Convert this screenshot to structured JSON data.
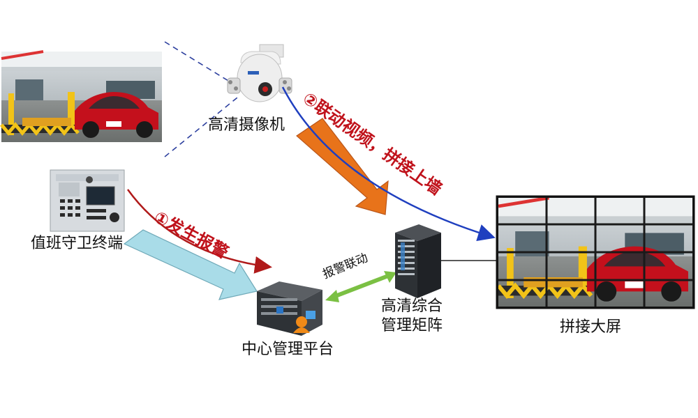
{
  "nodes": {
    "camera": "高清摄像机",
    "guard_terminal": "值班守卫终端",
    "center_platform": "中心管理平台",
    "matrix_line1": "高清综合",
    "matrix_line2": "管理矩阵",
    "video_wall": "拼接大屏"
  },
  "steps": {
    "step1": "①发生报警",
    "step2": "②联动视频，拼接上墙",
    "alarm_link": "报警联动"
  },
  "colors": {
    "step_text": "#c0121b",
    "red_arrow": "#b01a1a",
    "blue_arrow": "#1f3fbf",
    "orange_arrow": "#e8731a",
    "lightblue_arrow": "#a9dce8",
    "green_arrow": "#7bc043"
  },
  "icons": {
    "camera": "ptz-dome-camera-icon",
    "terminal": "intercom-terminal-icon",
    "server": "server-icon",
    "matrix": "matrix-cabinet-icon",
    "wall": "video-wall-icon",
    "photo": "parking-car-photo"
  }
}
